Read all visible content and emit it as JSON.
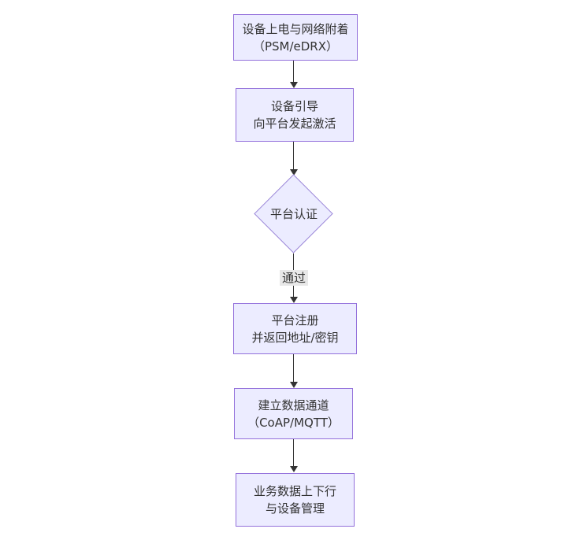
{
  "theme": {
    "node_fill": "#ECECFF",
    "node_border": "#9370DB",
    "text_color": "#333333",
    "edge_color": "#333333",
    "edge_label_bg": "#e8e8e8",
    "background": "#ffffff"
  },
  "flowchart": {
    "direction": "top-down",
    "nodes": [
      {
        "id": "attach",
        "type": "rect",
        "lines": [
          "设备上电与网络附着",
          "（PSM/eDRX）"
        ]
      },
      {
        "id": "bootstrap",
        "type": "rect",
        "lines": [
          "设备引导",
          "向平台发起激活"
        ]
      },
      {
        "id": "auth",
        "type": "diamond",
        "lines": [
          "平台认证"
        ]
      },
      {
        "id": "register",
        "type": "rect",
        "lines": [
          "平台注册",
          "并返回地址/密钥"
        ]
      },
      {
        "id": "channel",
        "type": "rect",
        "lines": [
          "建立数据通道",
          "（CoAP/MQTT）"
        ]
      },
      {
        "id": "business",
        "type": "rect",
        "lines": [
          "业务数据上下行",
          "与设备管理"
        ]
      }
    ],
    "edges": [
      {
        "from": "attach",
        "to": "bootstrap",
        "label": ""
      },
      {
        "from": "bootstrap",
        "to": "auth",
        "label": ""
      },
      {
        "from": "auth",
        "to": "register",
        "label": "通过"
      },
      {
        "from": "register",
        "to": "channel",
        "label": ""
      },
      {
        "from": "channel",
        "to": "business",
        "label": ""
      }
    ]
  }
}
